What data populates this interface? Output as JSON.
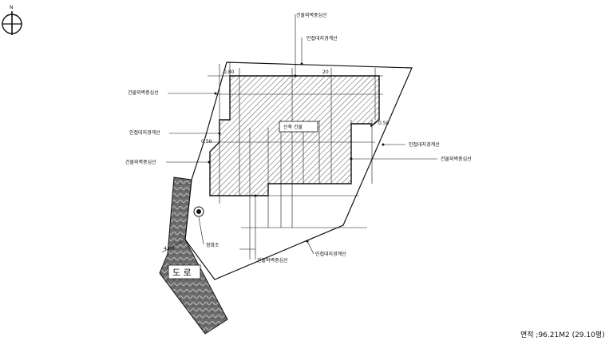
{
  "north_label": "N",
  "building_label": "신축 건물",
  "road_label": "도 로",
  "area_text": "면적 ;96.21M2 (29.10평)",
  "dimensions": {
    "top_left": "0.80",
    "top_right": "20",
    "right_offset": "0.50",
    "left_offset": "0.50",
    "road_width": "4.00"
  },
  "annotations": {
    "top_wall_line": "건물외벽중심선",
    "top_boundary": "인접대지경계선",
    "left_upper_wall": "건물외벽중심선",
    "left_boundary": "인접대지경계선",
    "left_lower_wall": "건물외벽중심선",
    "right_boundary": "인접대지경계선",
    "right_wall": "건물외벽중심선",
    "bottom_wall": "건물외벽중심선",
    "bottom_boundary": "인접대지경계선",
    "manhole": "정화조"
  },
  "colors": {
    "line": "#111111",
    "hatch": "#444444",
    "road_fill": "#6e6e6e",
    "background": "#ffffff"
  }
}
